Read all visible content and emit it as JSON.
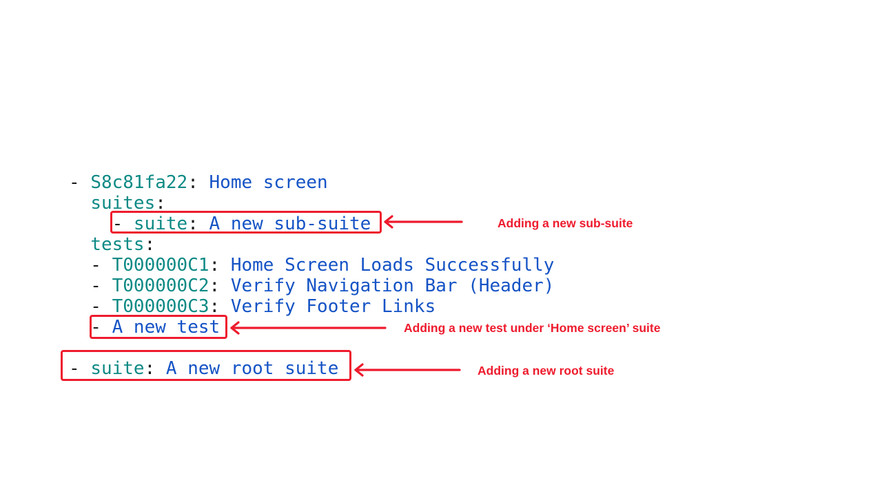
{
  "colors": {
    "background": "#ffffff",
    "yaml_key_teal": "#0e8a85",
    "yaml_value_blue": "#1553c5",
    "yaml_punct_black": "#1b1b1b",
    "annotation_red": "#ee1b2d"
  },
  "code": {
    "language": "yaml",
    "lines": [
      {
        "tokens": [
          {
            "t": "- "
          },
          {
            "t": "S8c81fa22"
          },
          {
            "t": ":"
          },
          {
            "t": " Home screen"
          }
        ]
      },
      {
        "tokens": [
          {
            "t": "  "
          },
          {
            "t": "suites"
          },
          {
            "t": ":"
          }
        ]
      },
      {
        "tokens": [
          {
            "t": "    - "
          },
          {
            "t": "suite"
          },
          {
            "t": ":"
          },
          {
            "t": " A new sub-suite"
          }
        ]
      },
      {
        "tokens": [
          {
            "t": "  "
          },
          {
            "t": "tests"
          },
          {
            "t": ":"
          }
        ]
      },
      {
        "tokens": [
          {
            "t": "  - "
          },
          {
            "t": "T000000C1"
          },
          {
            "t": ":"
          },
          {
            "t": " Home Screen Loads Successfully"
          }
        ]
      },
      {
        "tokens": [
          {
            "t": "  - "
          },
          {
            "t": "T000000C2"
          },
          {
            "t": ":"
          },
          {
            "t": " Verify Navigation Bar (Header)"
          }
        ]
      },
      {
        "tokens": [
          {
            "t": "  - "
          },
          {
            "t": "T000000C3"
          },
          {
            "t": ":"
          },
          {
            "t": " Verify Footer Links"
          }
        ]
      },
      {
        "tokens": [
          {
            "t": "  - "
          },
          {
            "t": "A new test"
          }
        ]
      },
      {
        "tokens": []
      },
      {
        "tokens": [
          {
            "t": "- "
          },
          {
            "t": "suite"
          },
          {
            "t": ":"
          },
          {
            "t": " A new root suite"
          }
        ]
      }
    ]
  },
  "annotations": [
    {
      "label": "Adding a new sub-suite"
    },
    {
      "label": "Adding a new test under ‘Home screen’ suite"
    },
    {
      "label": "Adding a new root suite"
    }
  ]
}
